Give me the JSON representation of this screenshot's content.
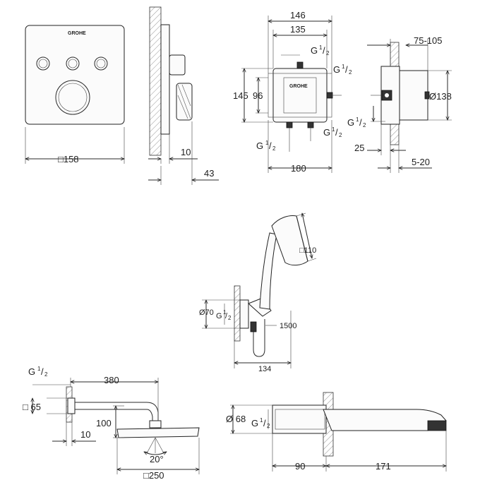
{
  "brand": "GROHE",
  "valve_control": {
    "width": "□158",
    "projection": "10",
    "depth": "43"
  },
  "rough_in_box": {
    "width_outer": "146",
    "width_inner": "135",
    "height_outer": "145",
    "height_inner": "96",
    "width_bottom": "180",
    "inlet_top": "G",
    "inlet_right": "G",
    "inlet_bottom_left": "G",
    "inlet_bottom_right": "G",
    "fraction_num": "1",
    "fraction_den": "2"
  },
  "rough_in_side": {
    "depth_range": "75-105",
    "diameter": "Ø138",
    "inlet": "G",
    "offset": "25",
    "wall_range": "5-20",
    "fraction_num": "1",
    "fraction_den": "2"
  },
  "hand_shower": {
    "head_size": "□110",
    "outlet_diameter": "Ø70",
    "outlet_thread": "G",
    "hose_length": "1500",
    "projection": "134",
    "fraction_num": "1",
    "fraction_den": "2"
  },
  "head_shower": {
    "thread": "G",
    "arm_length": "380",
    "flange": "□ 65",
    "drop": "100",
    "wall_offset": "10",
    "tilt": "20°",
    "head_size": "□250",
    "fraction_num": "1",
    "fraction_den": "2"
  },
  "bath_spout": {
    "diameter": "Ø 68",
    "thread": "G",
    "wall_offset": "90",
    "length": "171",
    "fraction_num": "1",
    "fraction_den": "2"
  }
}
